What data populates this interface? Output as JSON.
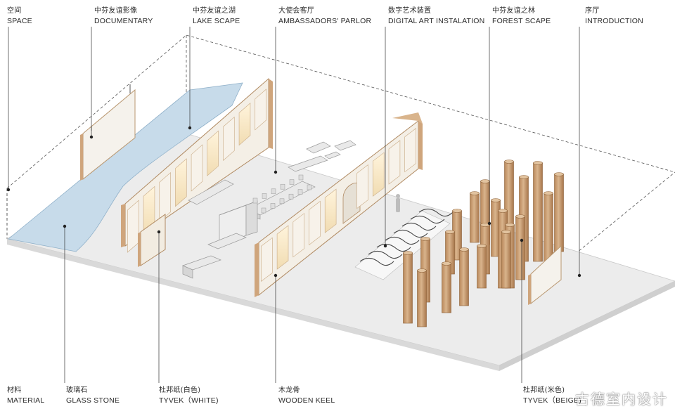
{
  "top_labels": [
    {
      "cn": "空间",
      "en": "SPACE"
    },
    {
      "cn": "中芬友谊影像",
      "en": "DOCUMENTARY"
    },
    {
      "cn": "中芬友谊之湖",
      "en": "LAKE SCAPE"
    },
    {
      "cn": "大使会客厅",
      "en": "AMBASSADORS' PARLOR"
    },
    {
      "cn": "数字艺术装置",
      "en": "DIGITAL ART INSTALATION"
    },
    {
      "cn": "中芬友谊之林",
      "en": "FOREST SCAPE"
    },
    {
      "cn": "序厅",
      "en": "INTRODUCTION"
    }
  ],
  "bottom_labels": [
    {
      "cn": "材料",
      "en": "MATERIAL"
    },
    {
      "cn": "玻璃石",
      "en": "GLASS STONE"
    },
    {
      "cn": "杜邦纸(白色)",
      "en": "TYVEK（WHITE)"
    },
    {
      "cn": "木龙骨",
      "en": "WOODEN KEEL"
    },
    {
      "cn": "杜邦纸(米色)",
      "en": "TYVEK（BEIGE)"
    }
  ],
  "watermark": "古德室内设计",
  "colors": {
    "floor": "#efefef",
    "floor_edge": "#d6d6d6",
    "water": "#c9dcea",
    "wood": "#cfa57c",
    "wood_dark": "#a9784d",
    "panel": "#f3f0ea",
    "furniture": "#e8e8e8",
    "line": "#333333"
  }
}
